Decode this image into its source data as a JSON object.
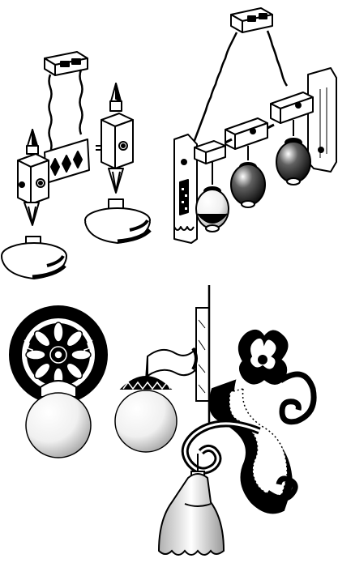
{
  "illustration": {
    "background": "#ffffff",
    "ink": "#000000",
    "glass_light": "#f4f4f4",
    "glass_shade": "#9a9a9a",
    "objects": [
      "hanging-lamp-with-spinning-tops",
      "chandelier-with-three-globes",
      "carved-medallion-wall-lamp",
      "flag-bracket-globe-lamp",
      "ornate-scroll-bracket-with-bell-shade"
    ]
  }
}
